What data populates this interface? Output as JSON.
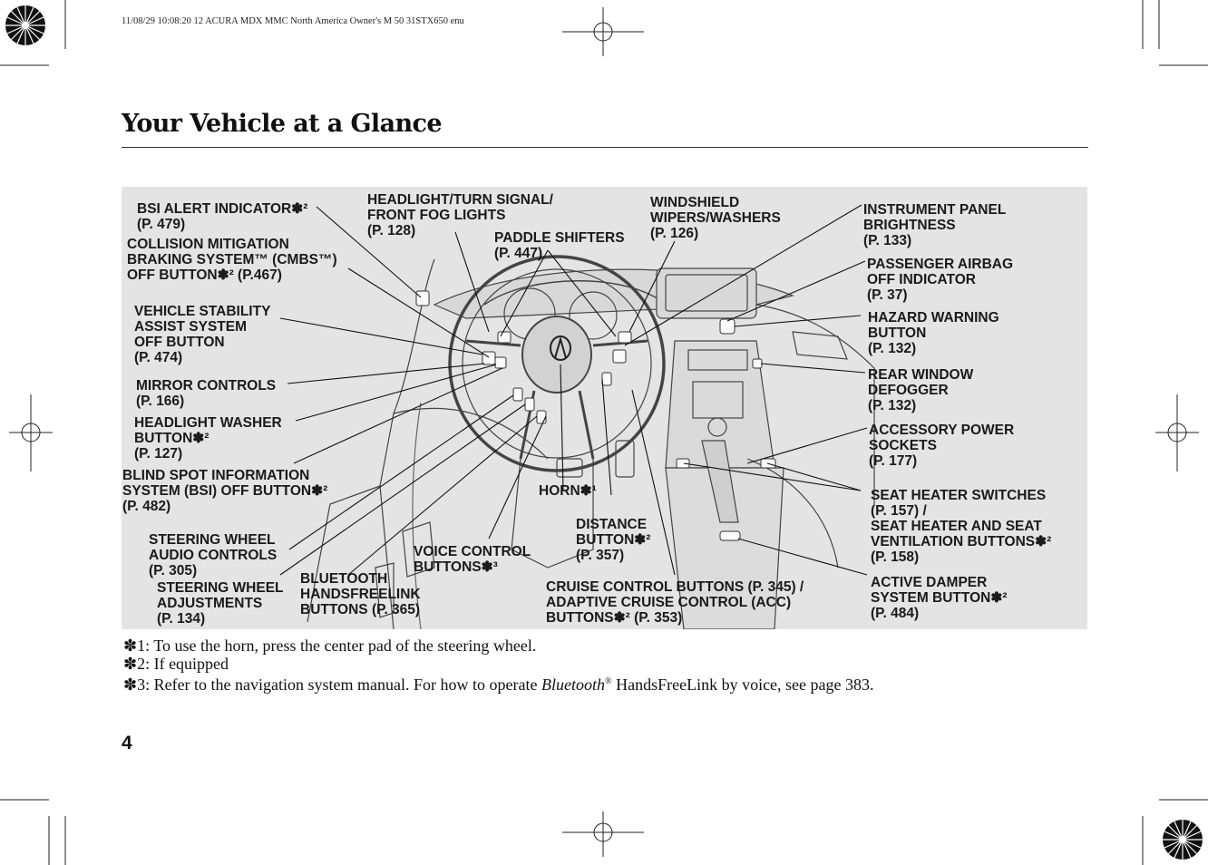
{
  "header_meta": "11/08/29 10:08:20   12 ACURA MDX MMC North America Owner's M 50 31STX650 enu",
  "page_title": "Your Vehicle at a Glance",
  "page_number": "4",
  "labels": {
    "bsi_alert": [
      "BSI ALERT INDICATOR✽²",
      "(P. 479)"
    ],
    "cmbs": [
      "COLLISION MITIGATION",
      "BRAKING SYSTEM™ (CMBS™)",
      "OFF BUTTON✽² (P.467)"
    ],
    "vsa": [
      "VEHICLE STABILITY",
      "ASSIST SYSTEM",
      "OFF BUTTON",
      "(P. 474)"
    ],
    "mirror": [
      "MIRROR CONTROLS",
      "(P. 166)"
    ],
    "headlight_washer": [
      "HEADLIGHT WASHER",
      "BUTTON✽²",
      "(P. 127)"
    ],
    "bsi_off": [
      "BLIND SPOT INFORMATION",
      "SYSTEM (BSI) OFF BUTTON✽²",
      "(P. 482)"
    ],
    "audio": [
      "STEERING WHEEL",
      "AUDIO CONTROLS",
      "(P. 305)"
    ],
    "adjust": [
      "STEERING WHEEL",
      "ADJUSTMENTS",
      "(P. 134)"
    ],
    "bluetooth": [
      "BLUETOOTH",
      "HANDSFREELINK",
      "BUTTONS (P. 365)"
    ],
    "voice": [
      "VOICE CONTROL",
      "BUTTONS✽³"
    ],
    "headlight": [
      "HEADLIGHT/TURN SIGNAL/",
      "FRONT FOG LIGHTS",
      "(P. 128)"
    ],
    "paddle": [
      "PADDLE SHIFTERS",
      "(P. 447)"
    ],
    "wipers": [
      "WINDSHIELD",
      "WIPERS/WASHERS",
      "(P. 126)"
    ],
    "horn": [
      "HORN✽¹"
    ],
    "distance": [
      "DISTANCE",
      "BUTTON✽²",
      "(P. 357)"
    ],
    "cruise": [
      "CRUISE CONTROL BUTTONS (P. 345) /",
      "ADAPTIVE CRUISE CONTROL (ACC)",
      "BUTTONS✽² (P. 353)"
    ],
    "instrument": [
      "INSTRUMENT PANEL",
      "BRIGHTNESS",
      "(P. 133)"
    ],
    "airbag": [
      "PASSENGER AIRBAG",
      "OFF INDICATOR",
      "(P. 37)"
    ],
    "hazard": [
      "HAZARD WARNING",
      "BUTTON",
      "(P. 132)"
    ],
    "defogger": [
      "REAR WINDOW",
      "DEFOGGER",
      "(P. 132)"
    ],
    "accessory": [
      "ACCESSORY POWER",
      "SOCKETS",
      "(P. 177)"
    ],
    "seat": [
      "SEAT HEATER SWITCHES",
      "(P. 157) /",
      "SEAT HEATER AND SEAT",
      "VENTILATION BUTTONS✽²",
      "(P. 158)"
    ],
    "damper": [
      "ACTIVE DAMPER",
      "SYSTEM BUTTON✽²",
      "(P. 484)"
    ]
  },
  "footnotes": {
    "n1": "✽1: To use the horn, press the center pad of the steering wheel.",
    "n2": "✽2: If equipped",
    "n3_pre": "✽3: Refer to the navigation system manual. For how to operate ",
    "n3_italic": "Bluetooth",
    "n3_reg": "®",
    "n3_post": " HandsFreeLink by voice, see page 383."
  }
}
